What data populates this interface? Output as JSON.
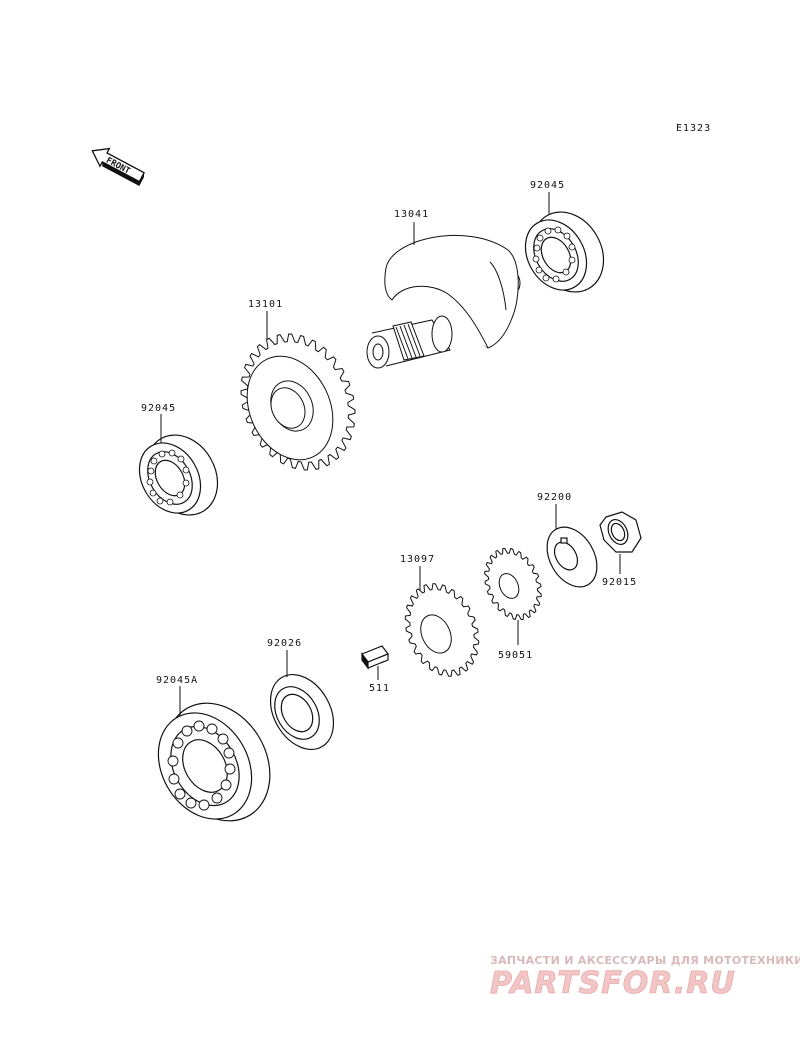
{
  "diagram": {
    "code": "E1323",
    "front_label": "FRONT",
    "parts": {
      "p13041": "13041",
      "p92045_top": "92045",
      "p13101": "13101",
      "p92045_left": "92045",
      "p92200": "92200",
      "p92015": "92015",
      "p13097": "13097",
      "p59051": "59051",
      "p92026": "92026",
      "p511": "511",
      "p92045A": "92045A"
    }
  },
  "watermark": {
    "tagline": "ЗАПЧАСТИ И АКСЕССУАРЫ ДЛЯ МОТОТЕХНИКИ",
    "logo": "PARTSFOR.RU"
  }
}
